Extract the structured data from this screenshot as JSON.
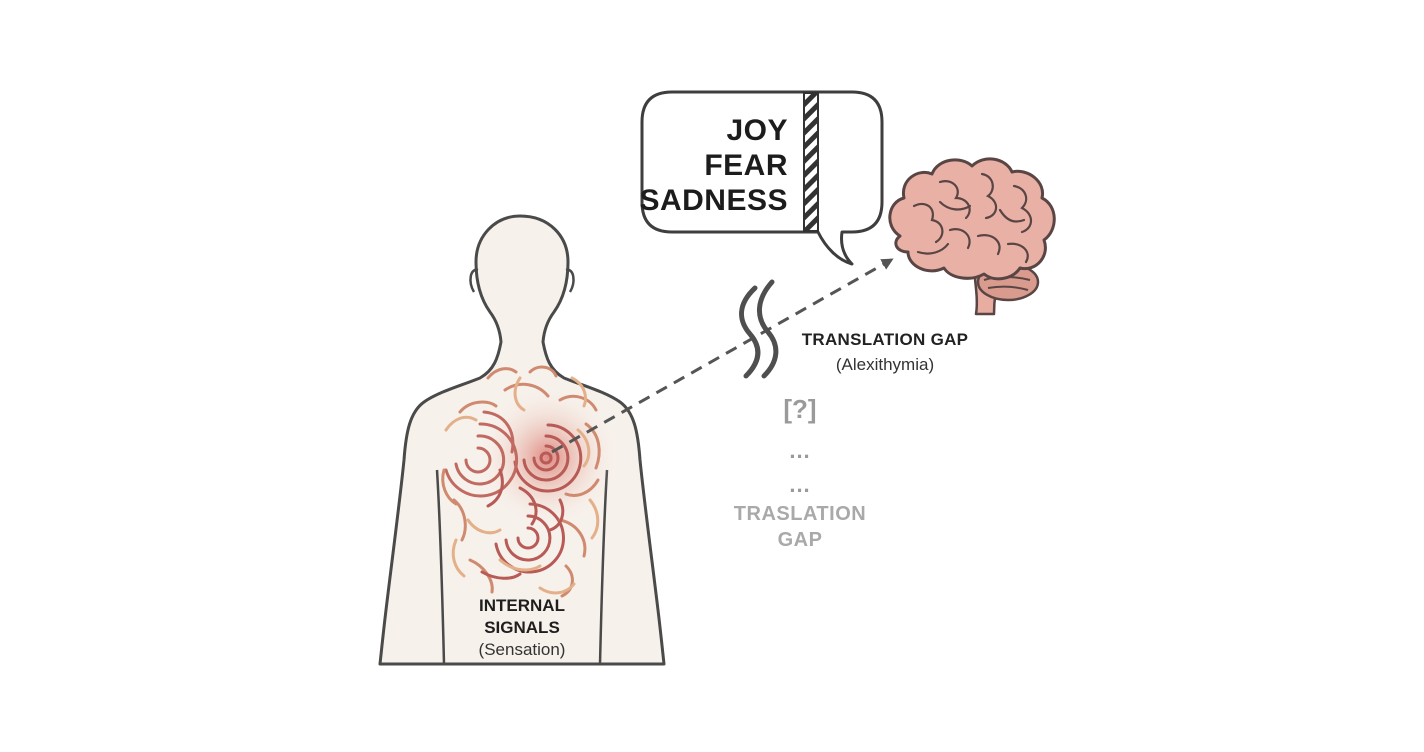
{
  "speech_bubble": {
    "emotions": [
      "JOY",
      "FEAR",
      "SADNESS"
    ]
  },
  "translation_gap": {
    "title": "TRANSLATION GAP",
    "subtitle": "(Alexithymia)"
  },
  "faded_gap": {
    "question": "[?]",
    "dots": "...",
    "label_line1": "TRASLATION",
    "label_line2": "GAP"
  },
  "internal_signals": {
    "line1": "INTERNAL",
    "line2": "SIGNALS",
    "line3": "(Sensation)"
  },
  "colors": {
    "outline": "#4a4a4a",
    "body_fill": "#f7f1eb",
    "brain_fill": "#e9b1a5",
    "brain_stroke": "#5a4545",
    "signal_dark": "#b85a55",
    "signal_mid": "#cf8a70",
    "signal_light": "#e3b08a",
    "glow": "#d97068",
    "faded_text": "#a9a9a9"
  },
  "icons": [
    "human-body-icon",
    "brain-icon",
    "speech-bubble-icon",
    "wavy-lines-icon",
    "dashed-arrow-icon"
  ]
}
